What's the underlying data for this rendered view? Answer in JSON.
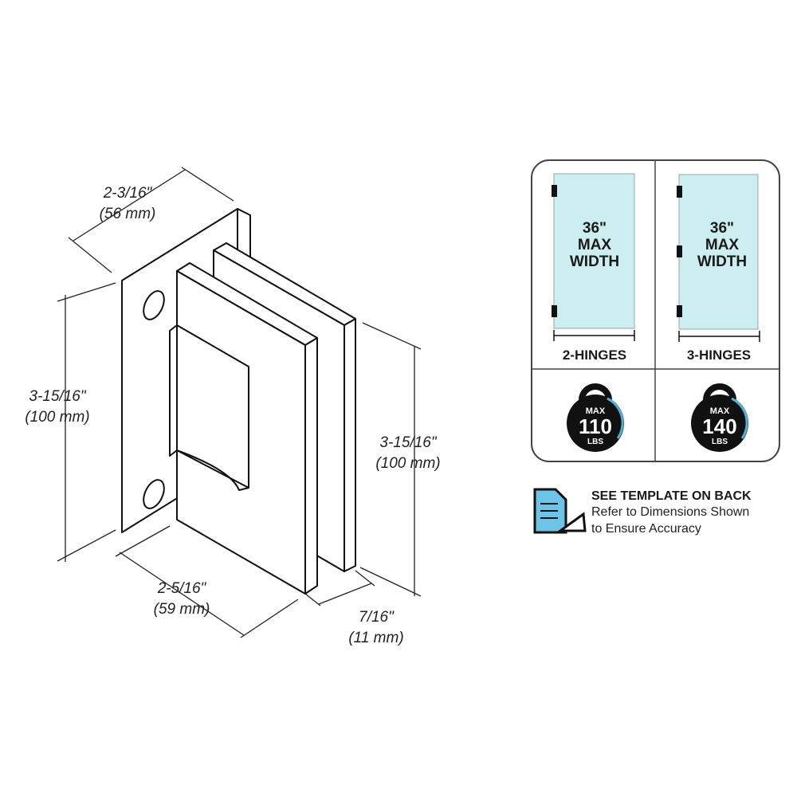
{
  "dimensions": {
    "top_width": {
      "imperial": "2-3/16\"",
      "metric": "(56 mm)"
    },
    "left_height": {
      "imperial": "3-15/16\"",
      "metric": "(100 mm)"
    },
    "right_height": {
      "imperial": "3-15/16\"",
      "metric": "(100 mm)"
    },
    "bottom_width": {
      "imperial": "2-5/16\"",
      "metric": "(59 mm)"
    },
    "thickness": {
      "imperial": "7/16\"",
      "metric": "(11 mm)"
    }
  },
  "panel": {
    "options": [
      {
        "width_line1": "36\"",
        "width_line2": "MAX",
        "width_line3": "WIDTH",
        "label": "2-HINGES",
        "weight_top": "MAX",
        "weight_value": "110",
        "weight_unit": "LBS"
      },
      {
        "width_line1": "36\"",
        "width_line2": "MAX",
        "width_line3": "WIDTH",
        "label": "3-HINGES",
        "weight_top": "MAX",
        "weight_value": "140",
        "weight_unit": "LBS"
      }
    ]
  },
  "template_note": {
    "title": "SEE TEMPLATE ON BACK",
    "line1": "Refer to Dimensions Shown",
    "line2": "to Ensure Accuracy"
  },
  "colors": {
    "glass": "#cdeef0",
    "accent": "#4fb3d9",
    "ink": "#1a1a1a"
  }
}
